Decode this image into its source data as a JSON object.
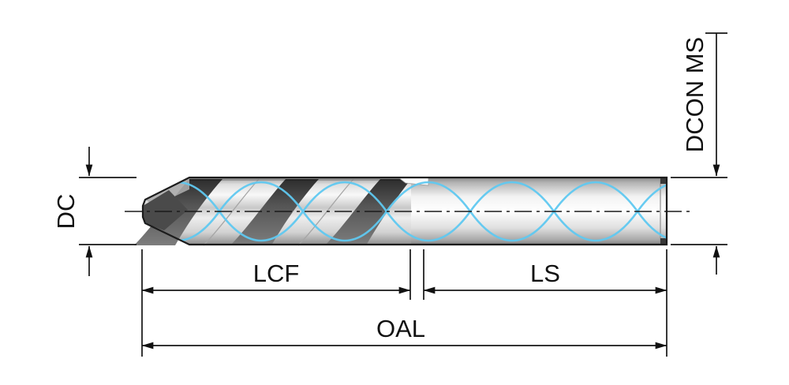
{
  "dimensions": {
    "dc": {
      "label": "DC"
    },
    "dcon_ms": {
      "label": "DCON MS"
    },
    "lcf": {
      "label": "LCF"
    },
    "ls": {
      "label": "LS"
    },
    "oal": {
      "label": "OAL"
    }
  },
  "colors": {
    "coolant_line": "#5fc8f0",
    "outline": "#1c1c1c",
    "dimension": "#141414",
    "background": "#ffffff"
  }
}
